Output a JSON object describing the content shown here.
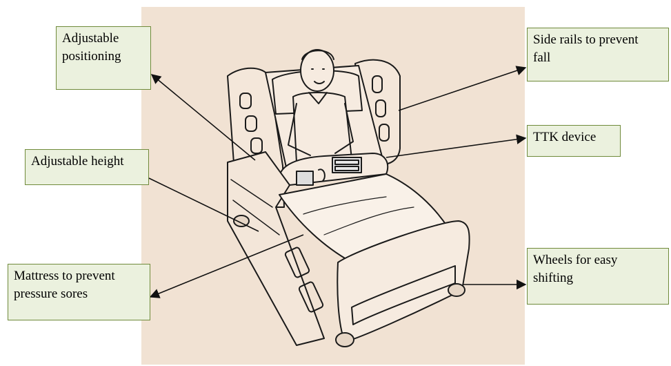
{
  "colors": {
    "background": "#f1e2d3",
    "label_fill": "#ebf1de",
    "label_border": "#6f8a3a",
    "ink": "#111111"
  },
  "illustration": {
    "subject": "hospital-bed-with-patient"
  },
  "labels": {
    "adjustable_positioning": "Adjustable\npositioning",
    "side_rails": "Side rails to prevent\n fall",
    "ttk_device": "TTK device",
    "adjustable_height": "Adjustable height",
    "wheels": "Wheels  for  easy\n shifting",
    "mattress": "Mattress to prevent\npressure sores"
  }
}
